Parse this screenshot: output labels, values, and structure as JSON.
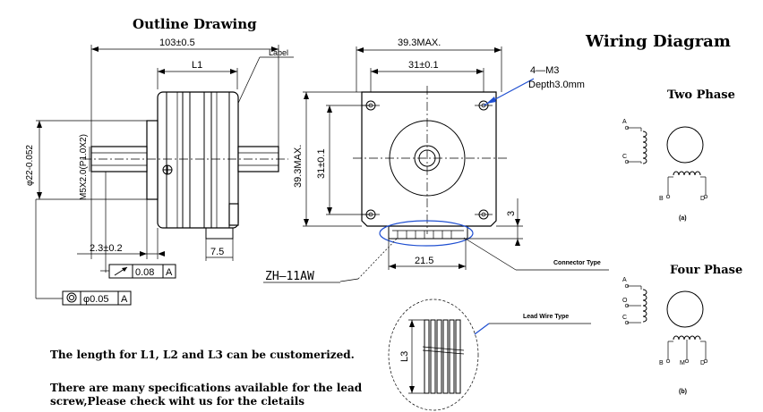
{
  "titles": {
    "outline": "Outline Drawing",
    "wiring": "Wiring Diagram",
    "two_phase": "Two Phase",
    "four_phase": "Four Phase"
  },
  "dimensions": {
    "overall_length": "103±0.5",
    "l1": "L1",
    "label": "Label",
    "width_max": "39.3MAX.",
    "hole_spacing": "31±0.1",
    "mount_holes": "4—M3",
    "depth": "Depth3.0mm",
    "height_max": "39.3MAX.",
    "hole_spacing_v": "31±0.1",
    "pilot_dia": "φ22-0.052",
    "thread": "M5X2.0(P1.0X2)",
    "shoulder": "2.3±0.2",
    "tab": "7.5",
    "connector_width": "21.5",
    "offset": "3",
    "l3": "L3"
  },
  "tolerances": {
    "runout_value": "0.08",
    "runout_datum": "A",
    "concentric_value": "φ0.05",
    "concentric_datum": "A"
  },
  "callouts": {
    "connector_part": "ZH—11AW",
    "connector_type": "Connector Type",
    "lead_wire_type": "Lead Wire Type"
  },
  "wiring": {
    "two_phase_terminals": [
      "A",
      "C",
      "B",
      "D"
    ],
    "two_phase_caption": "(a)",
    "four_phase_terminals": [
      "A",
      "O",
      "C",
      "B",
      "M",
      "D"
    ],
    "four_phase_caption": "(b)"
  },
  "notes": {
    "line1": "The length for L1, L2 and L3 can be customerized.",
    "line2": "There are many specifications available for the lead",
    "line3": "screw,Please check wiht us for the cletails"
  }
}
